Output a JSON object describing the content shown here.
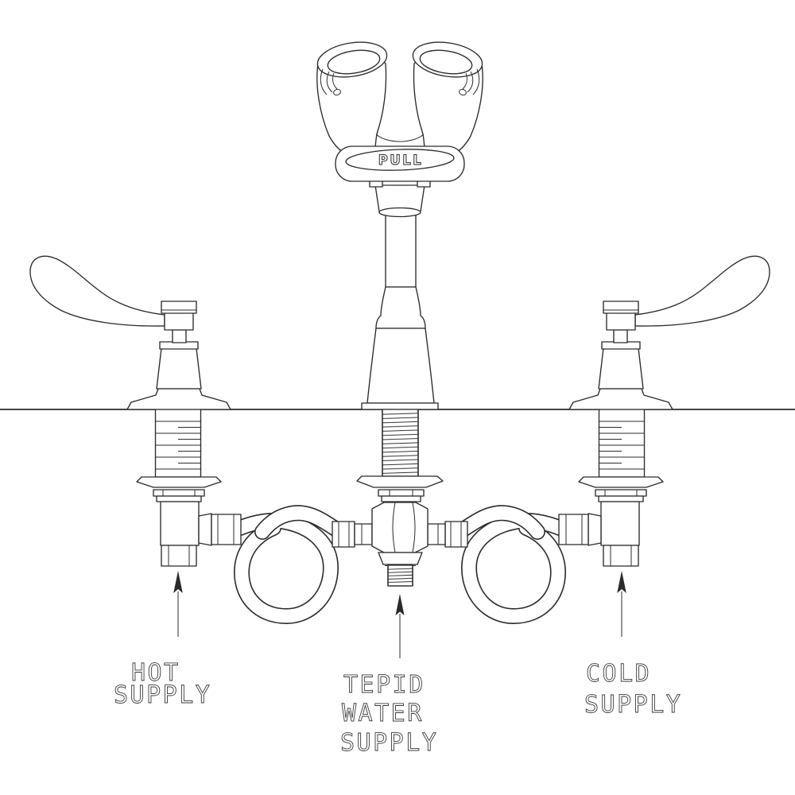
{
  "labels": {
    "pull": "PULL",
    "hot": [
      "HOT",
      "SUPPLY"
    ],
    "tepid": [
      "TEPID",
      "WATER",
      "SUPPLY"
    ],
    "cold": [
      "COLD",
      "SUPPLY"
    ]
  },
  "colors": {
    "line": "#2b2b2b",
    "background": "#ffffff",
    "label_text": "#3a3a3a"
  }
}
